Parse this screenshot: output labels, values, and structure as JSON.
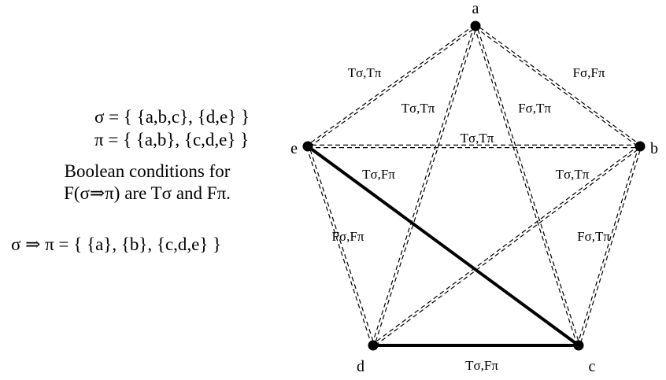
{
  "left": {
    "sigma": "σ = { {a,b,c}, {d,e} }",
    "pi": "π = { {a,b}, {c,d,e} }",
    "cond_line1": "Boolean conditions for",
    "cond_line2": "F(σ⇒π) are Tσ and Fπ.",
    "result": "σ ⇒ π = { {a}, {b}, {c,d,e} }"
  },
  "diagram": {
    "nodes": [
      {
        "id": "a",
        "label": "a"
      },
      {
        "id": "b",
        "label": "b"
      },
      {
        "id": "c",
        "label": "c"
      },
      {
        "id": "d",
        "label": "d"
      },
      {
        "id": "e",
        "label": "e"
      }
    ],
    "edges": [
      {
        "from": "a",
        "to": "e",
        "label": "Tσ,Tπ",
        "style": "dashed"
      },
      {
        "from": "a",
        "to": "b",
        "label": "Fσ,Fπ",
        "style": "dashed"
      },
      {
        "from": "a",
        "to": "d",
        "label": "Tσ,Tπ",
        "style": "dashed"
      },
      {
        "from": "a",
        "to": "c",
        "label": "Fσ,Tπ",
        "style": "dashed"
      },
      {
        "from": "e",
        "to": "b",
        "label": "Tσ,Tπ",
        "style": "dashed"
      },
      {
        "from": "e",
        "to": "c",
        "label": "Tσ,Fπ",
        "style": "solid"
      },
      {
        "from": "e",
        "to": "d",
        "label": "Fσ,Fπ",
        "style": "dashed"
      },
      {
        "from": "b",
        "to": "d",
        "label": "Tσ,Tπ",
        "style": "dashed"
      },
      {
        "from": "b",
        "to": "c",
        "label": "Fσ,Tπ",
        "style": "dashed"
      },
      {
        "from": "d",
        "to": "c",
        "label": "Tσ,Fπ",
        "style": "solid"
      }
    ]
  }
}
